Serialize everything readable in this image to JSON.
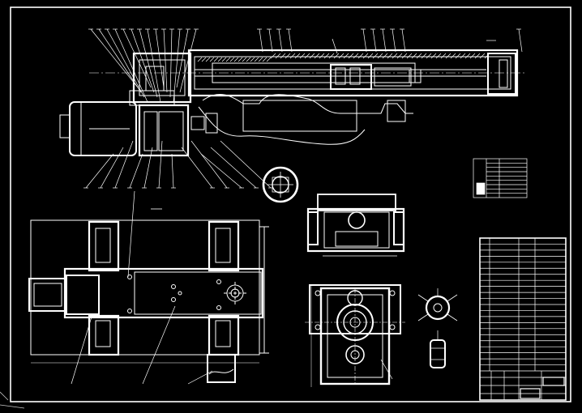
{
  "drawing": {
    "background": "#000000",
    "line_color": "#ffffff",
    "accent_color": "#c8c8c8",
    "title_block": {
      "rows": 22,
      "columns": 4
    },
    "legend_table": {
      "rows": 9
    },
    "leader_label_count_top": 24,
    "leader_label_count_mid": 12
  }
}
